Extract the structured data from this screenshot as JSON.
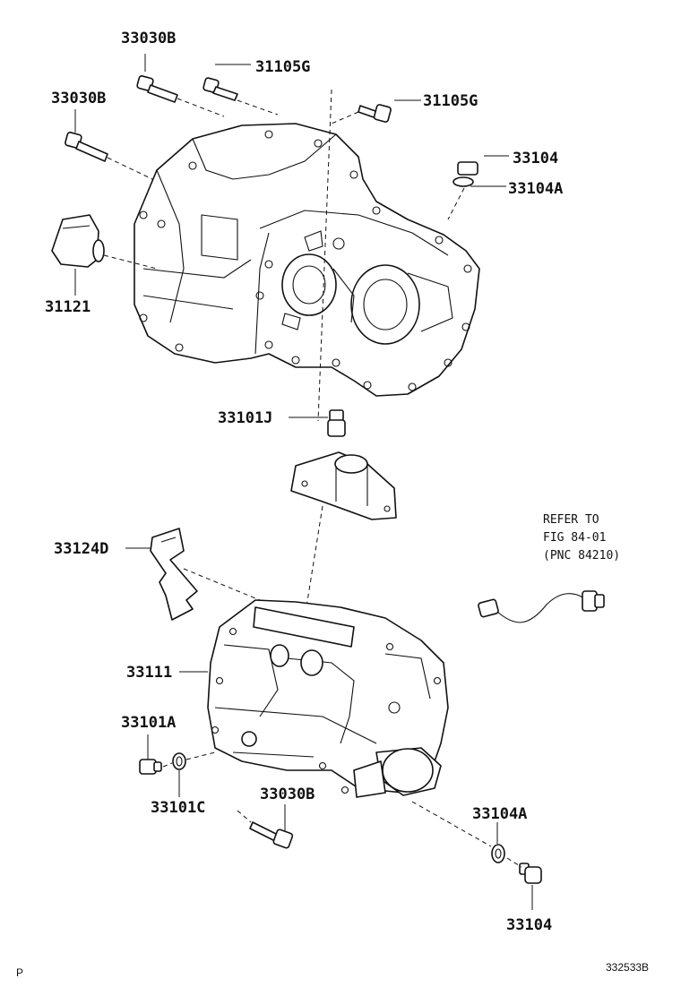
{
  "labels": {
    "l_33030b_top": "33030B",
    "l_31105g_top": "31105G",
    "l_33030b_left": "33030B",
    "l_31105g_right": "31105G",
    "l_33104_top": "33104",
    "l_33104a_top": "33104A",
    "l_31121": "31121",
    "l_33101j": "33101J",
    "l_33124d": "33124D",
    "l_33111": "33111",
    "l_33101a": "33101A",
    "l_33101c": "33101C",
    "l_33030b_bottom": "33030B",
    "l_33104a_bottom": "33104A",
    "l_33104_bottom": "33104"
  },
  "reference_note": {
    "line1": "REFER TO",
    "line2": "FIG 84-01",
    "line3": "(PNC 84210)"
  },
  "footer": {
    "corner_mark": "P",
    "figure_id": "332533B"
  }
}
